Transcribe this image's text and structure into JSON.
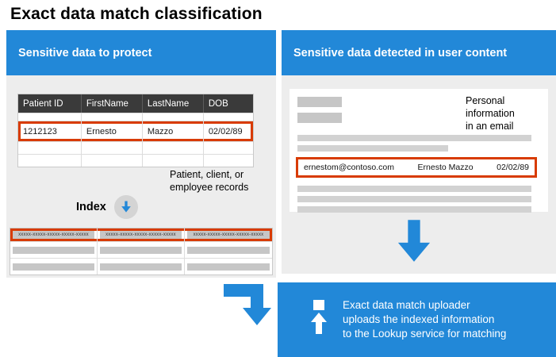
{
  "title": "Exact data match classification",
  "colors": {
    "blue": "#2288d8",
    "orange": "#d83b01"
  },
  "left_panel": {
    "header": "Sensitive data to protect",
    "table": {
      "columns": [
        "Patient ID",
        "FirstName",
        "LastName",
        "DOB"
      ],
      "row": [
        "1212123",
        "Ernesto",
        "Mazzo",
        "02/02/89"
      ]
    },
    "caption": "Patient, client, or\nemployee records",
    "index_label": "Index",
    "hash": "xxxxx-xxxxx-xxxxx-xxxxx-xxxxx"
  },
  "right_panel": {
    "header": "Sensitive data detected in user content",
    "note": "Personal\ninformation\nin an email",
    "match_row": {
      "email": "ernestom@contoso.com",
      "name": "Ernesto Mazzo",
      "dob": "02/02/89"
    }
  },
  "uploader": {
    "text": "Exact data match uploader\nuploads the indexed information\nto the Lookup service for matching"
  }
}
